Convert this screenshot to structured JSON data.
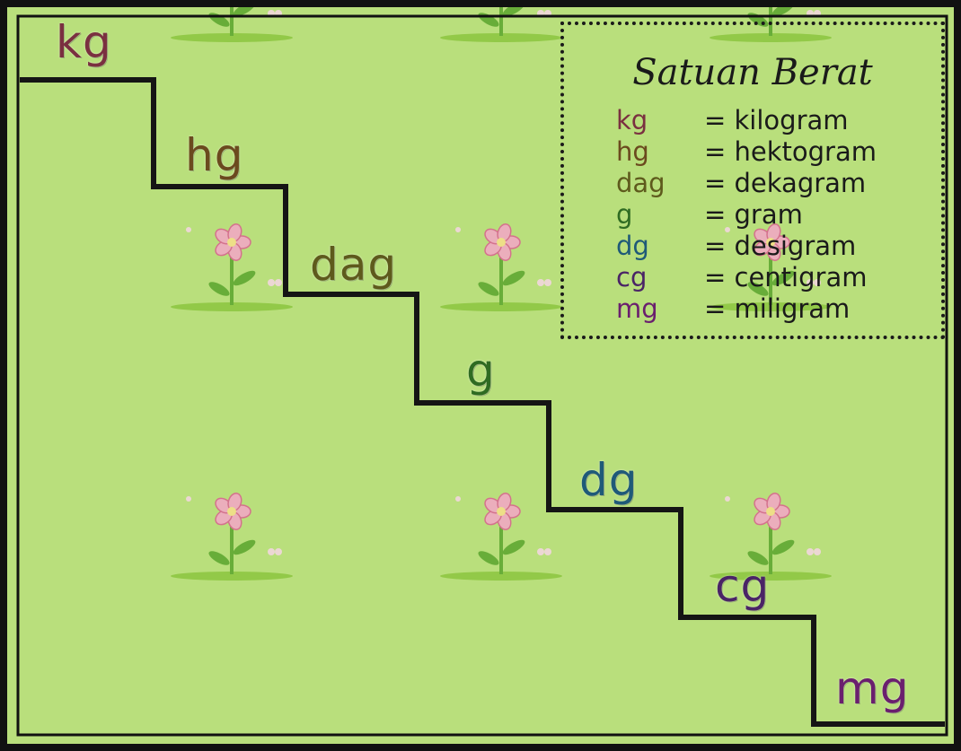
{
  "title": "Satuan Berat",
  "units": [
    {
      "abbr": "kg",
      "name": "= kilogram",
      "color": "#7a3040"
    },
    {
      "abbr": "hg",
      "name": "= hektogram",
      "color": "#6b4a1e"
    },
    {
      "abbr": "dag",
      "name": "= dekagram",
      "color": "#5e5a1c"
    },
    {
      "abbr": "g",
      "name": "= gram",
      "color": "#2f6b22"
    },
    {
      "abbr": "dg",
      "name": "= desigram",
      "color": "#1f5a78"
    },
    {
      "abbr": "cg",
      "name": "= centigram",
      "color": "#4a2466"
    },
    {
      "abbr": "mg",
      "name": "= miligram",
      "color": "#6a1f6e"
    }
  ],
  "colors": {
    "background": "#b9df7c",
    "frame": "#111111",
    "staircase": "#151515",
    "flower_petal": "#f4a6c8",
    "flower_stem": "#5aa52e",
    "grass": "#8cc63f"
  },
  "decorations": [
    "flower-icon",
    "butterfly-icon"
  ]
}
